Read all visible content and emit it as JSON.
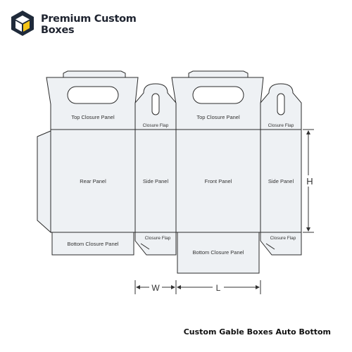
{
  "brand": {
    "line1": "Premium Custom",
    "line2": "Boxes",
    "logo_icon": "box-cube-icon",
    "colors": {
      "hexagon": "#1f2a3a",
      "accent": "#f5c518"
    }
  },
  "dieline": {
    "panels": {
      "rear_top_closure": "Top Closure Panel",
      "front_top_closure": "Top Closure Panel",
      "left_closure_flap_top": "Closure Flap",
      "right_closure_flap_top": "Closure Flap",
      "rear": "Rear Panel",
      "side_left": "Side Panel",
      "front": "Front Panel",
      "side_right": "Side Panel",
      "rear_bottom_closure": "Bottom Closure Panel",
      "front_bottom_closure": "Bottom Closure Panel",
      "left_closure_flap_bottom": "Closure Flap",
      "right_closure_flap_bottom": "Closure Flap"
    },
    "dimensions": {
      "width": "W",
      "length": "L",
      "height": "H"
    },
    "colors": {
      "panel_fill": "#eef1f4",
      "stroke": "#2b2b2b"
    }
  },
  "caption": "Custom Gable Boxes Auto Bottom"
}
